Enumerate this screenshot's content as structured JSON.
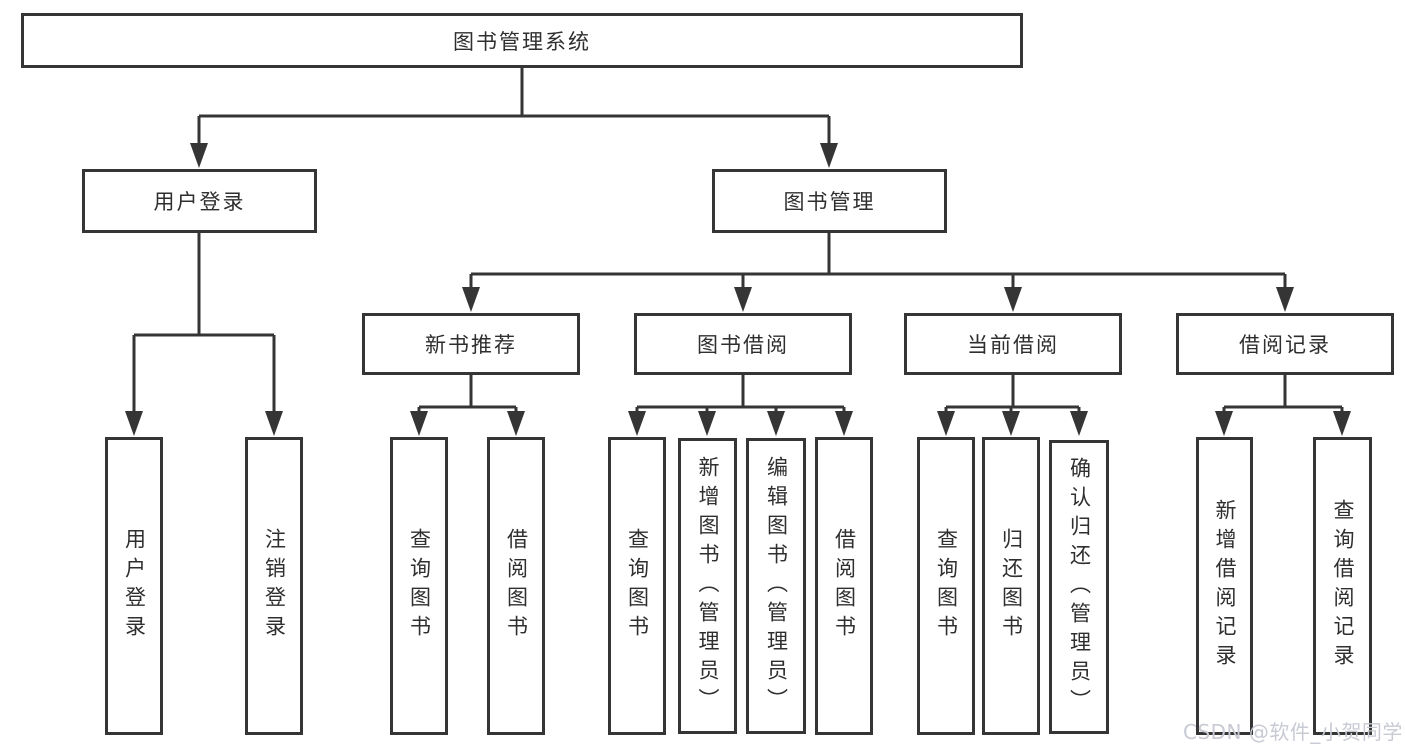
{
  "diagram": {
    "title": "图书管理系统",
    "level2": {
      "user_login": "用户登录",
      "book_mgmt": "图书管理"
    },
    "level3": {
      "new_books": "新书推荐",
      "book_borrow": "图书借阅",
      "current_borrow": "当前借阅",
      "borrow_records": "借阅记录"
    },
    "leaves": {
      "user_login": [
        "用户登录",
        "注销登录"
      ],
      "new_books": [
        "查询图书",
        "借阅图书"
      ],
      "book_borrow": [
        "查询图书",
        "新增图书（管理员）",
        "编辑图书（管理员）",
        "借阅图书"
      ],
      "current_borrow": [
        "查询图书",
        "归还图书",
        "确认归还（管理员）"
      ],
      "borrow_records": [
        "新增借阅记录",
        "查询借阅记录"
      ]
    },
    "colors": {
      "line": "#353535",
      "text": "#2f2f2f",
      "background": "#ffffff"
    }
  },
  "watermark": {
    "text": "CSDN @软件_小贺同学",
    "color": "#c8cad4"
  }
}
